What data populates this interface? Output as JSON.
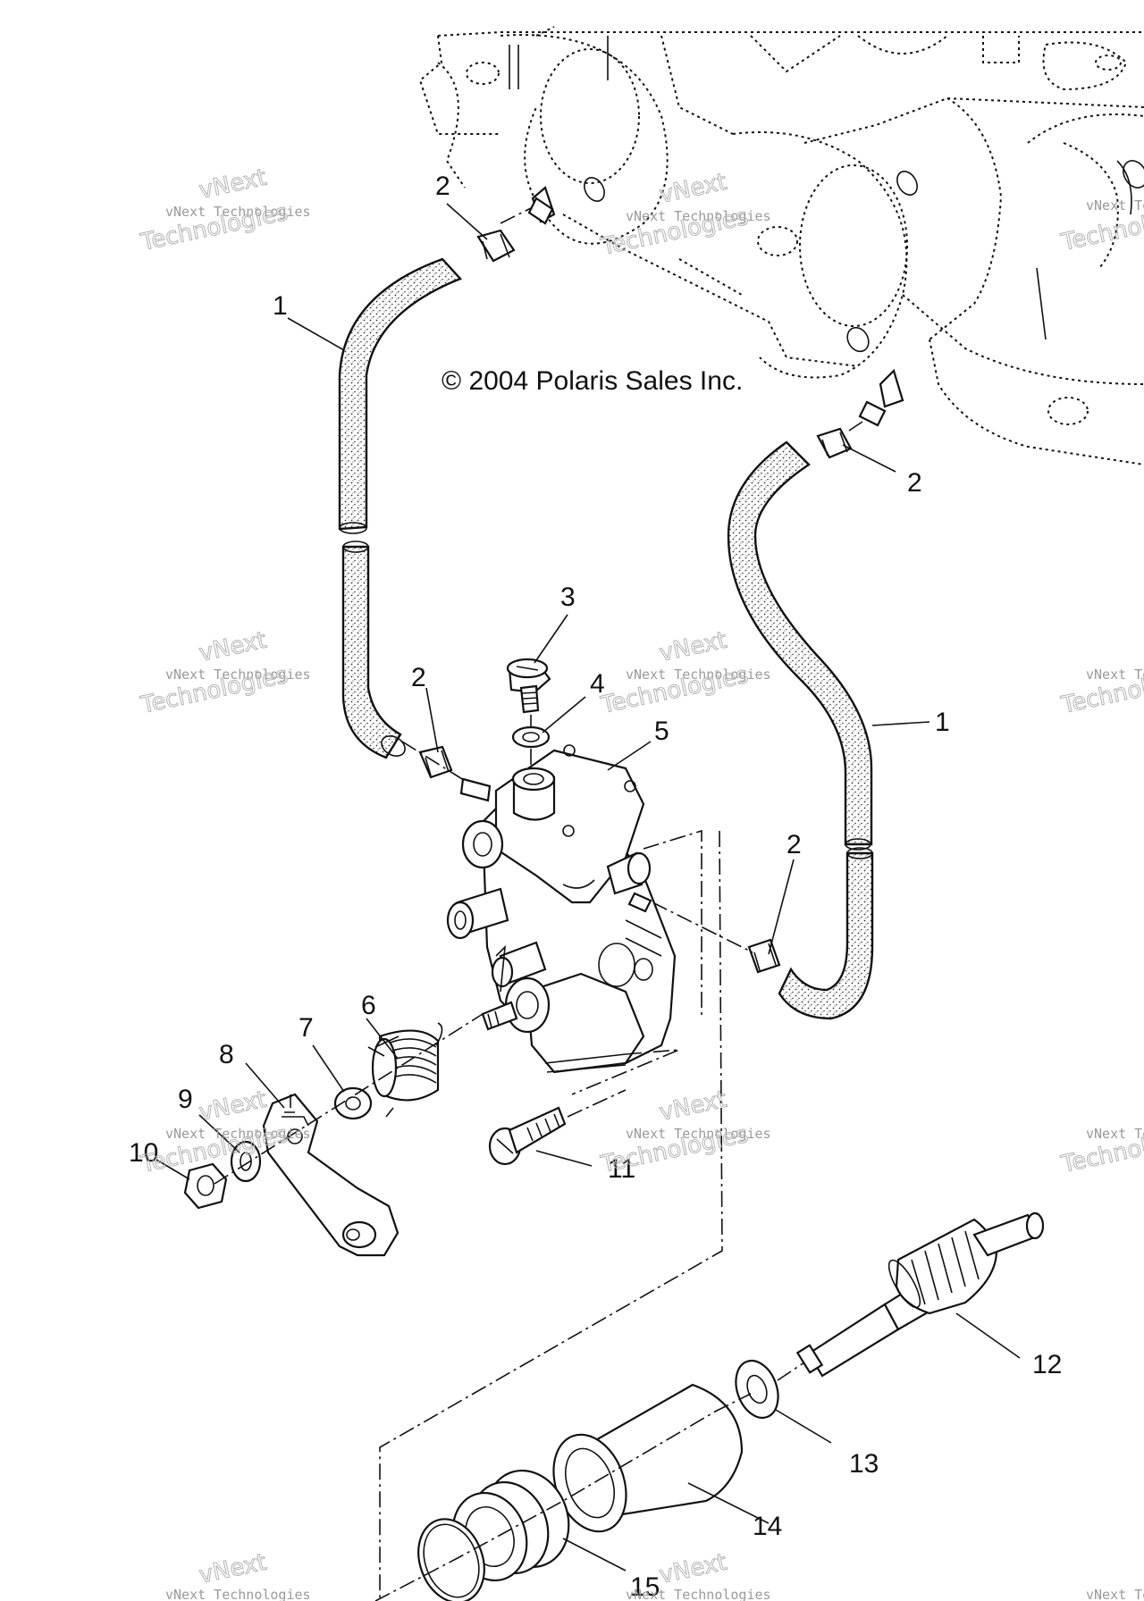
{
  "copyright": "© 2004 Polaris Sales Inc.",
  "watermark": {
    "line1": "vNext",
    "line2": "vNext Technologies",
    "line3": "Technologies"
  },
  "callouts": [
    {
      "id": "hose-upper-left",
      "label": "1"
    },
    {
      "id": "hose-right",
      "label": "1"
    },
    {
      "id": "clamp-top",
      "label": "2"
    },
    {
      "id": "clamp-right-top",
      "label": "2"
    },
    {
      "id": "clamp-left-pump",
      "label": "2"
    },
    {
      "id": "clamp-right-pump",
      "label": "2"
    },
    {
      "id": "bleed-screw",
      "label": "3"
    },
    {
      "id": "seal-washer",
      "label": "4"
    },
    {
      "id": "oil-pump",
      "label": "5"
    },
    {
      "id": "spring",
      "label": "6"
    },
    {
      "id": "washer",
      "label": "7"
    },
    {
      "id": "lever",
      "label": "8"
    },
    {
      "id": "lock-washer",
      "label": "9"
    },
    {
      "id": "nut",
      "label": "10"
    },
    {
      "id": "screw",
      "label": "11"
    },
    {
      "id": "drive-shaft",
      "label": "12"
    },
    {
      "id": "thrust-washer",
      "label": "13"
    },
    {
      "id": "bushing",
      "label": "14"
    },
    {
      "id": "seal",
      "label": "15"
    }
  ]
}
